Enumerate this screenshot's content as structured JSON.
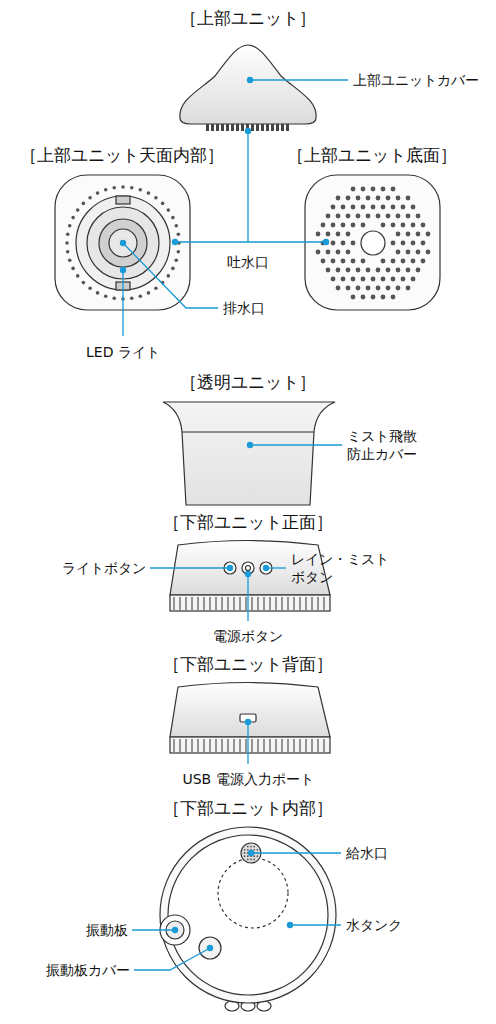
{
  "diagram": {
    "labels": [
      "［上部ユニット］",
      "上部ユニットカバー",
      "［上部ユニット天面内部］",
      "［上部ユニット底面］",
      "吐水口",
      "排水口",
      "LED ライト",
      "［透明ユニット］",
      "ミスト飛散 防止カバー",
      "［下部ユニット正面］",
      "ライトボタン",
      "レイン・ミスト ボタン",
      "電源ボタン",
      "［下部ユニット背面］",
      "USB 電源入力ポート",
      "［下部ユニット内部］",
      "給水口",
      "振動板",
      "水タンク",
      "振動板カバー"
    ]
  }
}
